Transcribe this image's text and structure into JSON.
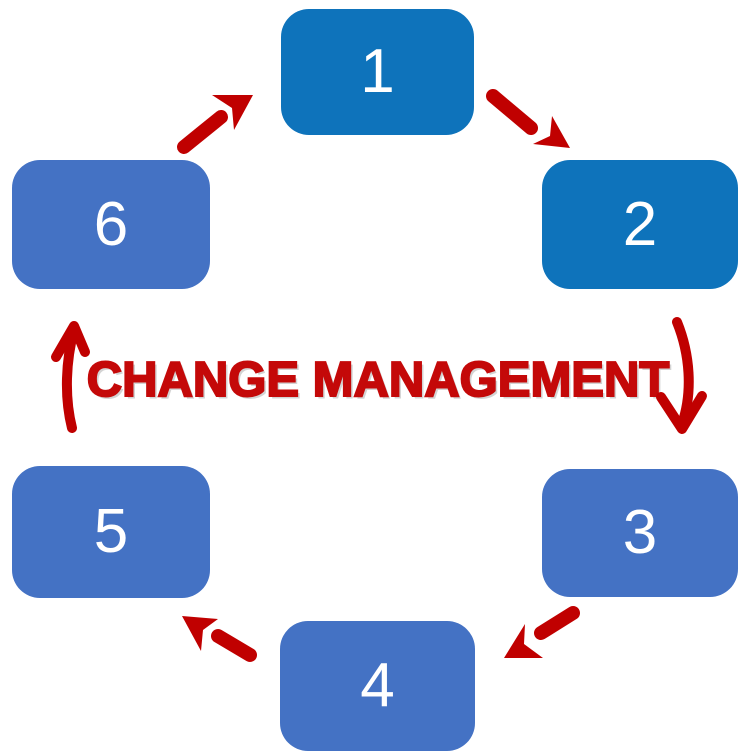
{
  "diagram": {
    "title": "CHANGE MANAGEMENT",
    "steps": [
      {
        "label": "1",
        "tone": "dark"
      },
      {
        "label": "2",
        "tone": "dark"
      },
      {
        "label": "3",
        "tone": "medium"
      },
      {
        "label": "4",
        "tone": "medium"
      },
      {
        "label": "5",
        "tone": "medium"
      },
      {
        "label": "6",
        "tone": "medium"
      }
    ],
    "arrows": [
      {
        "name": "arrow-6-to-1",
        "from": "6",
        "to": "1",
        "style": "solid-barbed-head"
      },
      {
        "name": "arrow-1-to-2",
        "from": "1",
        "to": "2",
        "style": "solid-barbed-head"
      },
      {
        "name": "arrow-2-to-3",
        "from": "2",
        "to": "3",
        "style": "hand-drawn-open-head"
      },
      {
        "name": "arrow-3-to-4",
        "from": "3",
        "to": "4",
        "style": "solid-barbed-head"
      },
      {
        "name": "arrow-4-to-5",
        "from": "4",
        "to": "5",
        "style": "solid-barbed-head"
      },
      {
        "name": "arrow-5-to-6",
        "from": "5",
        "to": "6",
        "style": "hand-drawn-open-head"
      }
    ],
    "colors": {
      "box_dark_blue": "#0E73BB",
      "box_medium_blue": "#4472C4",
      "arrow_red": "#C00000",
      "title_red": "#C40909",
      "label_white": "#FFFFFF",
      "background": "#FFFFFF"
    }
  }
}
